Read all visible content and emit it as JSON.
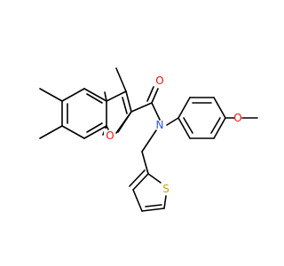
{
  "molecule": {
    "atoms": {
      "carbonyl_oxygen": {
        "symbol": "O",
        "color": "#ff0d0d"
      },
      "amide_nitrogen": {
        "symbol": "N",
        "color": "#3050f8"
      },
      "furan_oxygen": {
        "symbol": "O",
        "color": "#ff0d0d"
      },
      "methoxy_oxygen": {
        "symbol": "O",
        "color": "#ff0d0d"
      },
      "thiophene_sulfur": {
        "symbol": "S",
        "color": "#c8a800"
      }
    },
    "bond_color": "#000000"
  }
}
